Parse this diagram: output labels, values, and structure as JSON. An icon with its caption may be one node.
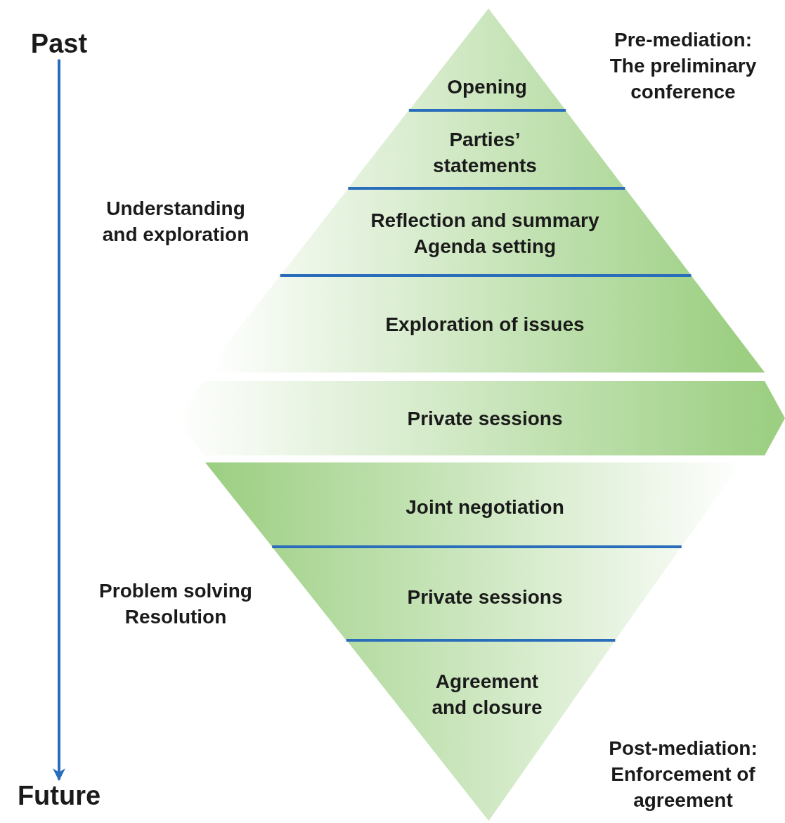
{
  "diagram": {
    "nodes": [
      {
        "text": [
          "Past"
        ]
      },
      {
        "text": [
          "Future"
        ]
      },
      {
        "text": [
          "Opening"
        ]
      },
      {
        "text": [
          "Parties’ statements"
        ]
      },
      {
        "text": [
          "Reflection and summary",
          "Agenda setting"
        ]
      },
      {
        "text": [
          "Exploration of issues"
        ]
      },
      {
        "text": [
          "Private sessions"
        ]
      },
      {
        "text": [
          "Joint negotiation"
        ]
      },
      {
        "text": [
          "Private sessions"
        ]
      },
      {
        "text": [
          "Agreement and closure"
        ]
      }
    ],
    "edges": [
      {
        "from": 0,
        "to": 1,
        "arrow": "to"
      }
    ],
    "labels": [
      "Pre-mediation: The preliminary conference",
      "Understanding and exploration",
      "Problem solving",
      "Resolution",
      "Post-mediation: Enforcement of agreement"
    ]
  }
}
